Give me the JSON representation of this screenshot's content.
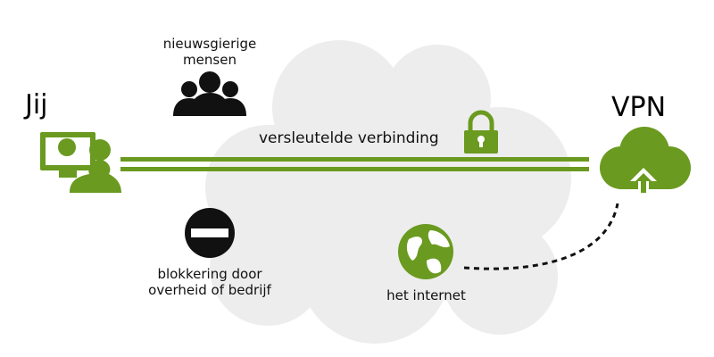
{
  "colors": {
    "accent": "#6a9a1f",
    "cloud": "#ededed",
    "dark": "#111111"
  },
  "labels": {
    "you": "Jij",
    "vpn": "VPN",
    "curious_line1": "nieuwsgierige",
    "curious_line2": "mensen",
    "encrypted": "versleutelde verbinding",
    "block_line1": "blokkering door",
    "block_line2": "overheid of bedrijf",
    "internet": "het internet"
  }
}
